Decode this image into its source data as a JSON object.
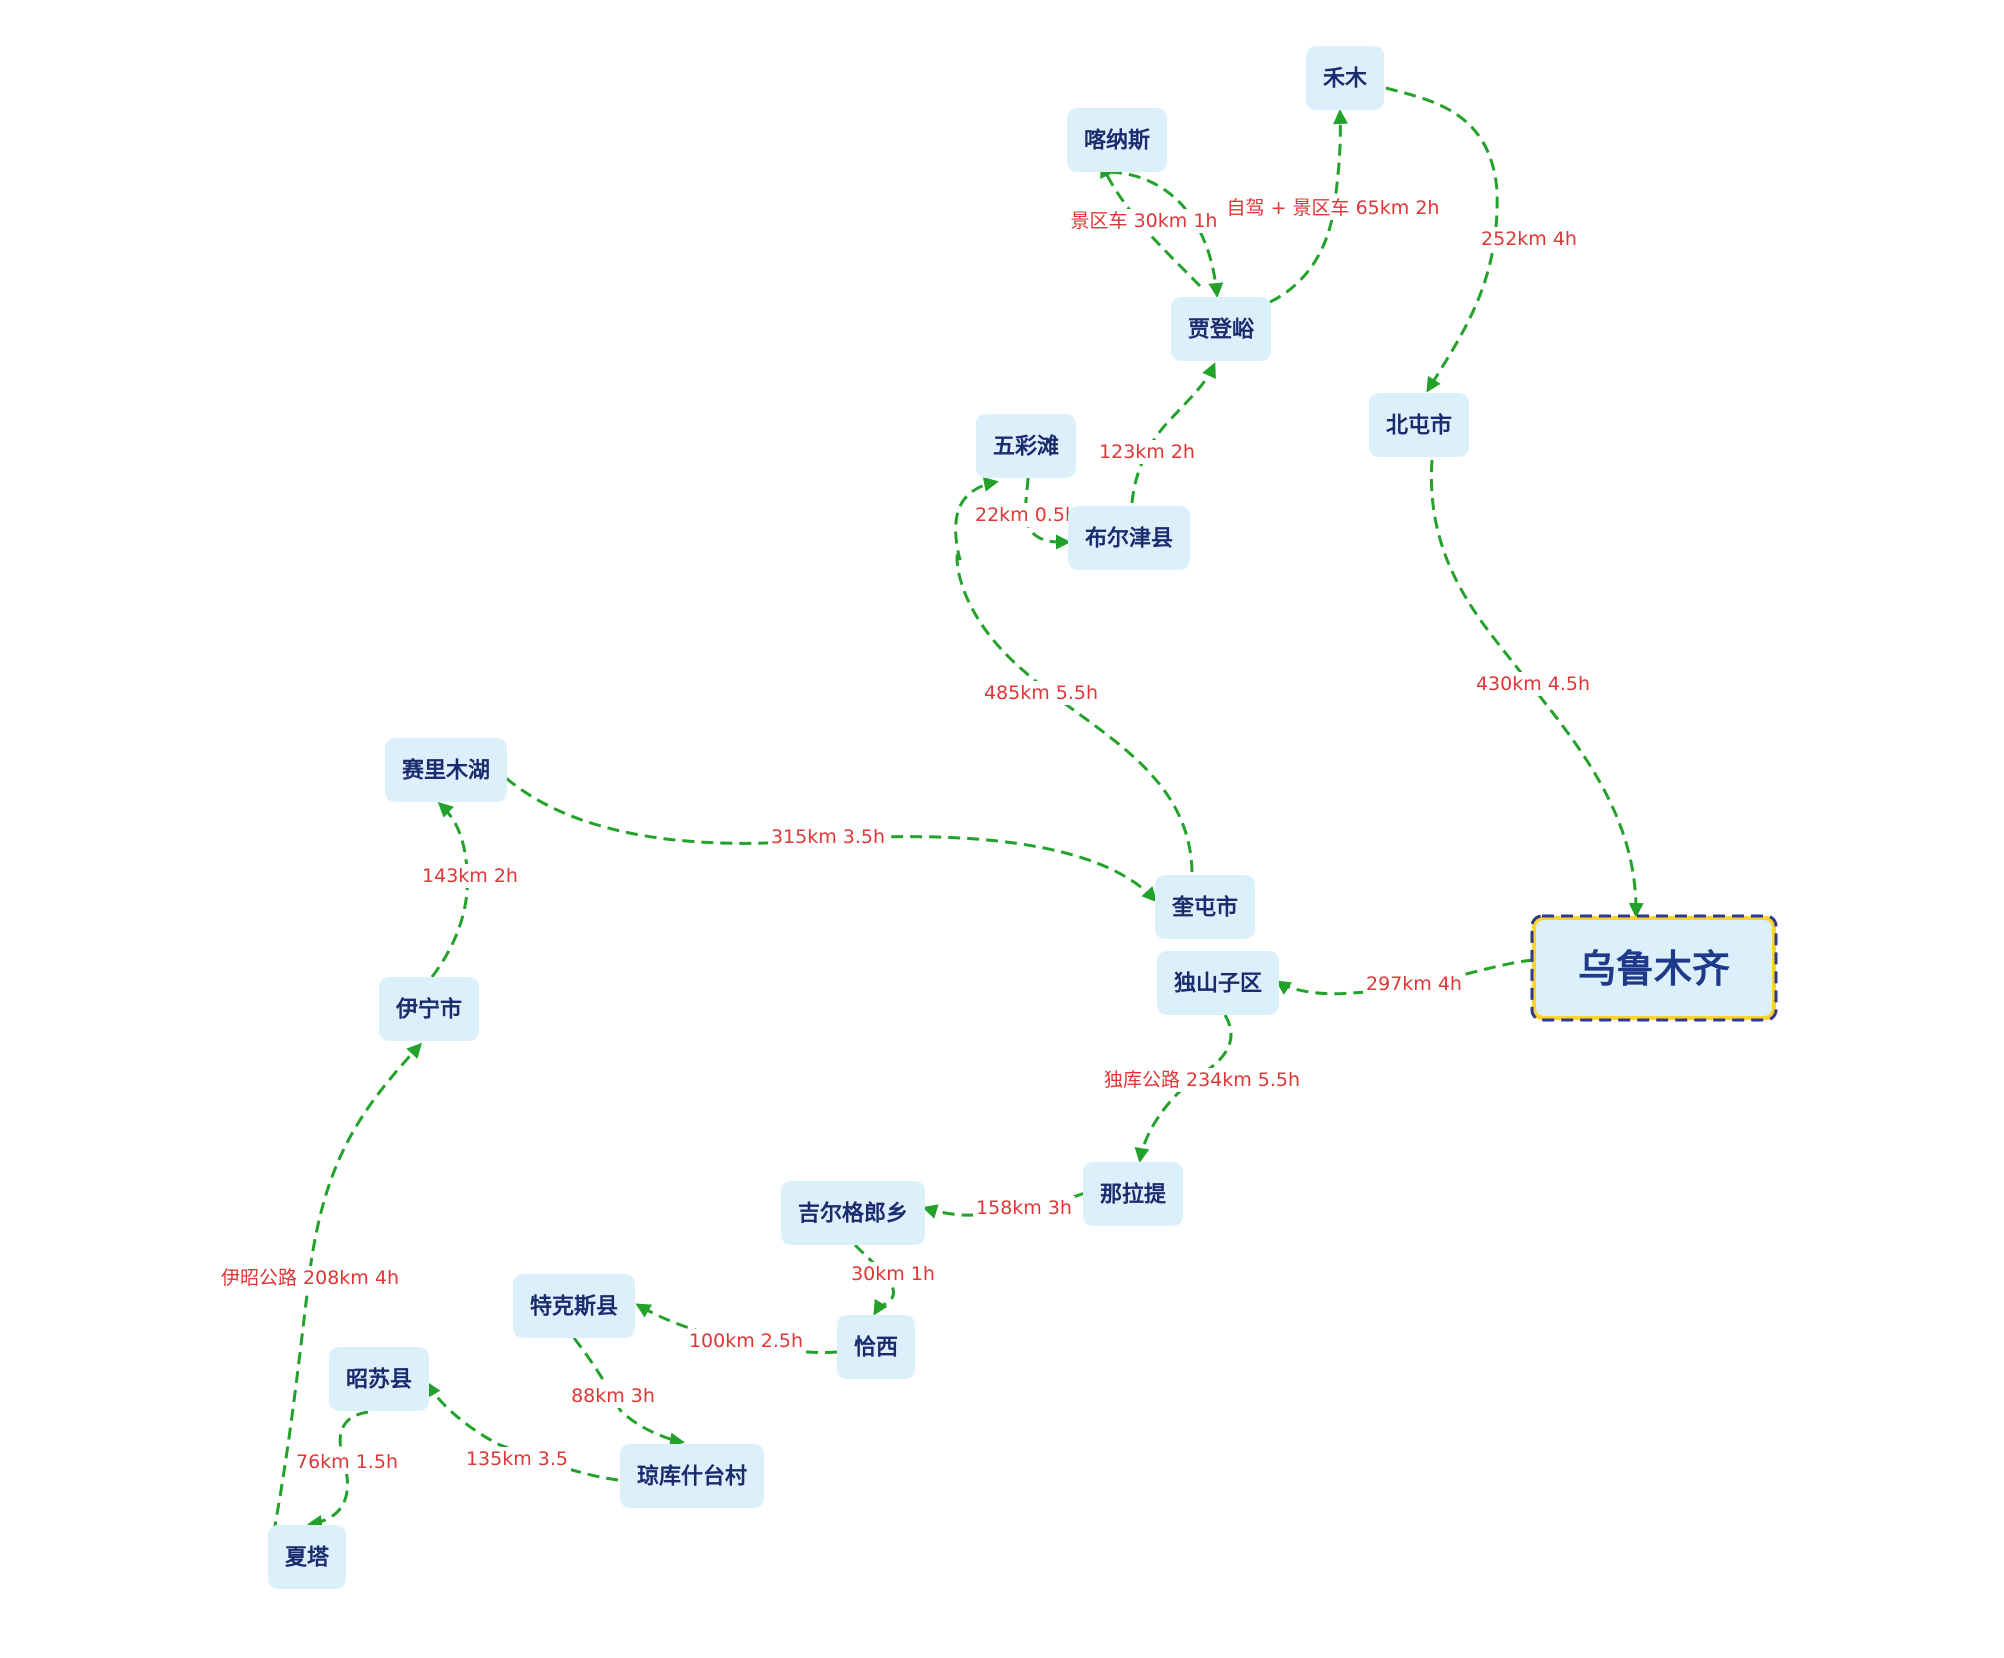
{
  "nodes": {
    "urumqi": "乌鲁木齐",
    "hemu": "禾木",
    "kanas": "喀纳斯",
    "jiadengyu": "贾登峪",
    "beitun": "北屯市",
    "wucaitan": "五彩滩",
    "burqin": "布尔津县",
    "sailimu": "赛里木湖",
    "kuitun": "奎屯市",
    "dushanzi": "独山子区",
    "yining": "伊宁市",
    "nalati": "那拉提",
    "jirgelang": "吉尔格郎乡",
    "qiaxi": "恰西",
    "tekes": "特克斯县",
    "zhaosu": "昭苏县",
    "qiongkushitai": "琼库什台村",
    "xiata": "夏塔"
  },
  "edges": [
    {
      "id": "urumqi-beitun",
      "label": "430km  4.5h"
    },
    {
      "id": "beitun-hemu",
      "label": "252km  4h"
    },
    {
      "id": "hemu-jiadengyu",
      "label": "自驾 + 景区车  65km  2h"
    },
    {
      "id": "kanas-jiadengyu",
      "label": "景区车 30km  1h"
    },
    {
      "id": "burqin-jiadengyu",
      "label": "123km  2h"
    },
    {
      "id": "wucaitan-burqin",
      "label": "22km  0.5h"
    },
    {
      "id": "kuitun-wucaitan",
      "label": "485km  5.5h"
    },
    {
      "id": "sailimu-kuitun",
      "label": "315km  3.5h"
    },
    {
      "id": "yining-sailimu",
      "label": "143km  2h"
    },
    {
      "id": "urumqi-dushanzi",
      "label": "297km  4h"
    },
    {
      "id": "dushanzi-nalati",
      "label": "独库公路  234km  5.5h"
    },
    {
      "id": "nalati-jirgelang",
      "label": "158km  3h"
    },
    {
      "id": "jirgelang-qiaxi",
      "label": "30km  1h"
    },
    {
      "id": "qiaxi-tekes",
      "label": "100km 2.5h"
    },
    {
      "id": "tekes-qiongkushitai",
      "label": "88km  3h"
    },
    {
      "id": "qiongkushitai-zhaosu",
      "label": "135km  3.5"
    },
    {
      "id": "zhaosu-xiata",
      "label": "76km  1.5h"
    },
    {
      "id": "xiata-yining",
      "label": "伊昭公路  208km  4h"
    }
  ],
  "colors": {
    "node_fill": "#dcf0fb",
    "node_text": "#1c2a6e",
    "center_fill": "#fcd32f",
    "center_border": "#2f3a8f",
    "edge": "#22a22a",
    "edge_label": "#e03636"
  }
}
